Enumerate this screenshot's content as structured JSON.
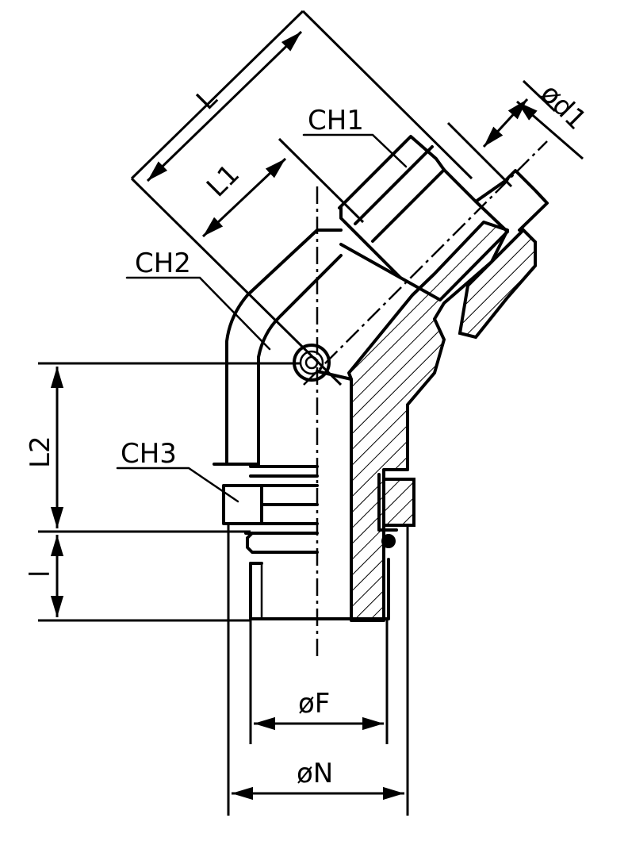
{
  "labels": {
    "L": "L",
    "L1": "L1",
    "L2": "L2",
    "l": "l",
    "CH1": "CH1",
    "CH2": "CH2",
    "CH3": "CH3",
    "d1": "ød1",
    "F": "øF",
    "N": "øN"
  },
  "colors": {
    "line": "#000000",
    "background": "#ffffff"
  }
}
